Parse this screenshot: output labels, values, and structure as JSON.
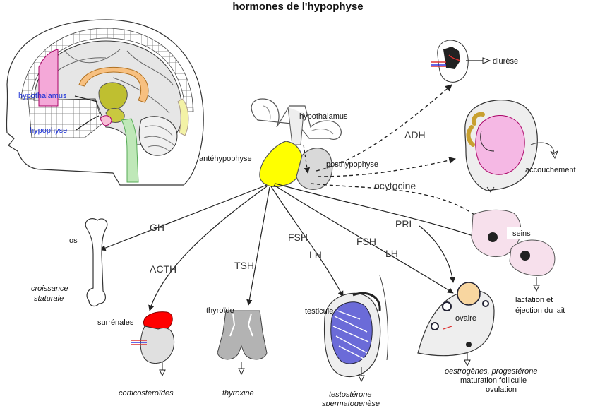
{
  "title": "hormones de l'hypophyse",
  "brain": {
    "hypothalamus_label": "hypothalamus",
    "hypophyse_label": "hypophyse"
  },
  "gland": {
    "hypothalamus_label": "hypothalamus",
    "antehypophyse_label": "antéhypophyse",
    "posthypophyse_label": "posthypophyse"
  },
  "hormones": {
    "adh": "ADH",
    "ocytocine": "ocytocine",
    "gh": "GH",
    "acth": "ACTH",
    "tsh": "TSH",
    "fsh1": "FSH",
    "lh1": "LH",
    "fsh2": "FSH",
    "lh2": "LH",
    "prl": "PRL"
  },
  "targets": {
    "rein_effect": "diurèse",
    "uterus_effect": "accouchement",
    "os": "os",
    "croissance_line1": "croissance",
    "croissance_line2": "staturale",
    "surrenales": "surrénales",
    "corticosteroides": "corticostéroïdes",
    "thyroide": "thyroïde",
    "thyroxine": "thyroxine",
    "testicule": "testicule",
    "testosterone": "testostérone",
    "spermatogenese": "spermatogenèse",
    "ovaire": "ovaire",
    "ovaire_effect1": "oestrogènes, progestérone",
    "ovaire_effect2": "maturation folliculle",
    "ovaire_effect3": "ovulation",
    "seins": "seins",
    "seins_effect1": "lactation et",
    "seins_effect2": "éjection du lait"
  },
  "colors": {
    "antehypophyse": "#ffff00",
    "posthypophyse": "#d9d9d9",
    "surrenale_cortex": "#ff0000",
    "label_blue": "#1a2fd6"
  }
}
